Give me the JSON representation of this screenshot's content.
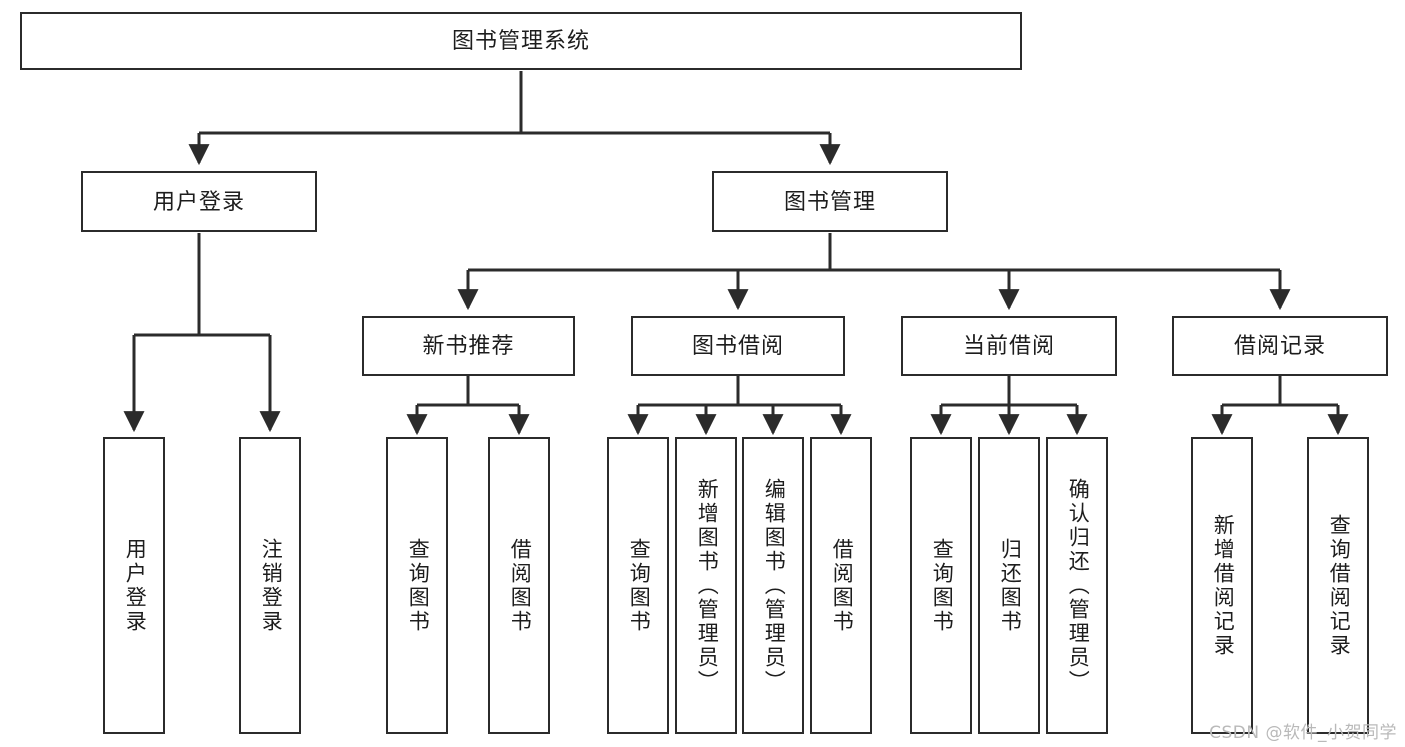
{
  "diagram": {
    "title_node": {
      "id": "root",
      "label": "图书管理系统"
    },
    "level2": [
      {
        "id": "login",
        "label": "用户登录"
      },
      {
        "id": "bookmgmt",
        "label": "图书管理"
      }
    ],
    "level3": [
      {
        "id": "newbook",
        "label": "新书推荐"
      },
      {
        "id": "borrow",
        "label": "图书借阅"
      },
      {
        "id": "current",
        "label": "当前借阅"
      },
      {
        "id": "record",
        "label": "借阅记录"
      }
    ],
    "leaves": {
      "login": [
        {
          "id": "login-user",
          "label": "用户登录"
        },
        {
          "id": "login-logout",
          "label": "注销登录"
        }
      ],
      "newbook": [
        {
          "id": "newbook-query",
          "label": "查询图书"
        },
        {
          "id": "newbook-borrow",
          "label": "借阅图书"
        }
      ],
      "borrow": [
        {
          "id": "borrow-query",
          "label": "查询图书"
        },
        {
          "id": "borrow-add",
          "label": "新增图书（管理员）"
        },
        {
          "id": "borrow-edit",
          "label": "编辑图书（管理员）"
        },
        {
          "id": "borrow-lend",
          "label": "借阅图书"
        }
      ],
      "current": [
        {
          "id": "current-query",
          "label": "查询图书"
        },
        {
          "id": "current-return",
          "label": "归还图书"
        },
        {
          "id": "current-confirm",
          "label": "确认归还（管理员）"
        }
      ],
      "record": [
        {
          "id": "record-add",
          "label": "新增借阅记录"
        },
        {
          "id": "record-query",
          "label": "查询借阅记录"
        }
      ]
    }
  },
  "watermark": {
    "text": "CSDN @软件_小贺同学"
  },
  "colors": {
    "stroke": "#2b2b2b",
    "fill": "#ffffff",
    "text": "#1d1d1d",
    "watermark": "#b9b9b9"
  }
}
